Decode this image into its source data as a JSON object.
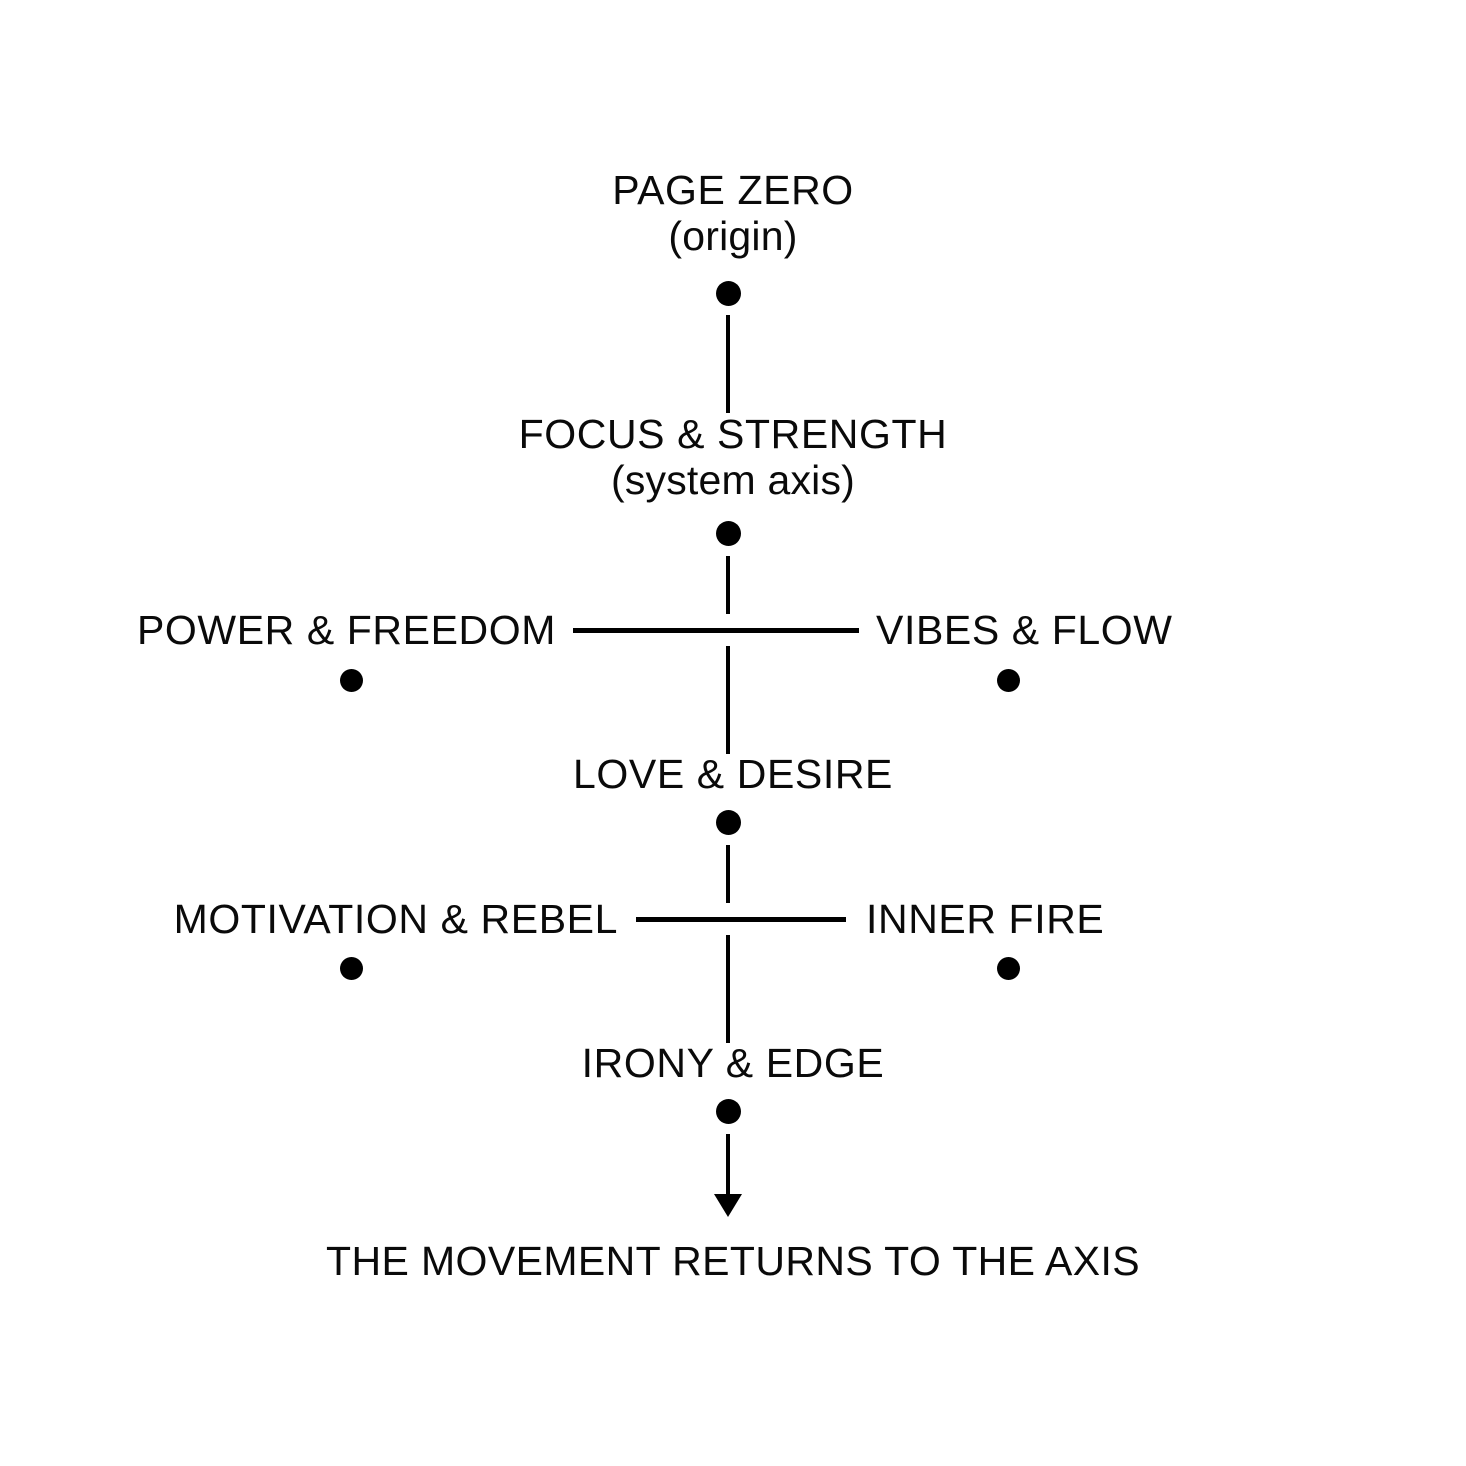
{
  "diagram": {
    "title": "PAGE ZERO",
    "subtitle": "(origin)",
    "caption": "THE MOVEMENT RETURNS TO THE AXIS",
    "colors": {
      "background": "#ffffff",
      "ink": "#000000"
    },
    "axis_nodes": [
      {
        "label": "PAGE ZERO",
        "sublabel": "(origin)"
      },
      {
        "label": "FOCUS & STRENGTH",
        "sublabel": "(system axis)"
      },
      {
        "label": "LOVE & DESIRE",
        "sublabel": ""
      },
      {
        "label": "IRONY & EDGE",
        "sublabel": ""
      }
    ],
    "branches": [
      {
        "left": "POWER & FREEDOM",
        "right": "VIBES & FLOW"
      },
      {
        "left": "MOTIVATION & REBEL",
        "right": "INNER FIRE"
      }
    ]
  }
}
